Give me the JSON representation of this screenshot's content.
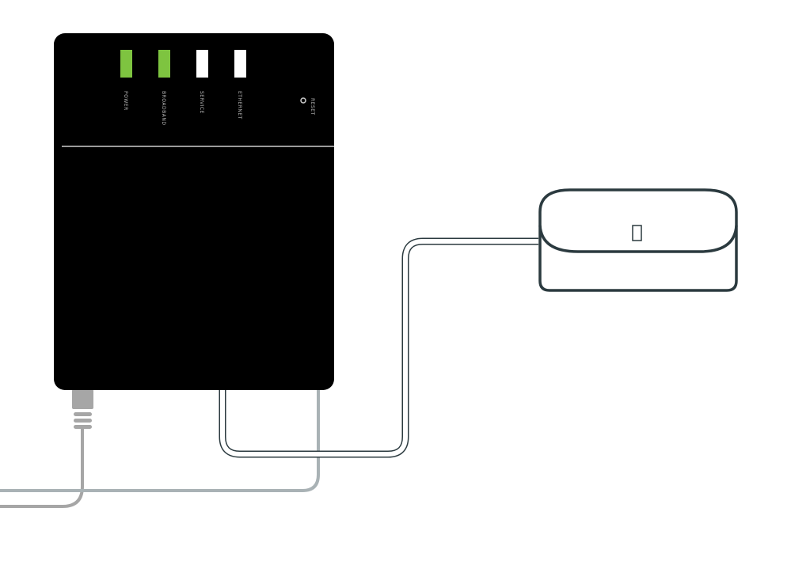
{
  "router": {
    "leds": [
      {
        "label": "POWER",
        "color": "#7ec440"
      },
      {
        "label": "BROADBAND",
        "color": "#7ec440"
      },
      {
        "label": "SERVICE",
        "color": "#ffffff"
      },
      {
        "label": "ETHERNET",
        "color": "#ffffff"
      }
    ],
    "reset_label": "RESET",
    "body_color": "#000000"
  },
  "cables": {
    "power_cable_color": "#a6a6a6",
    "ethernet_cable_color": "#2b3a3f"
  },
  "device": {
    "outline_color": "#2b3a3f"
  }
}
